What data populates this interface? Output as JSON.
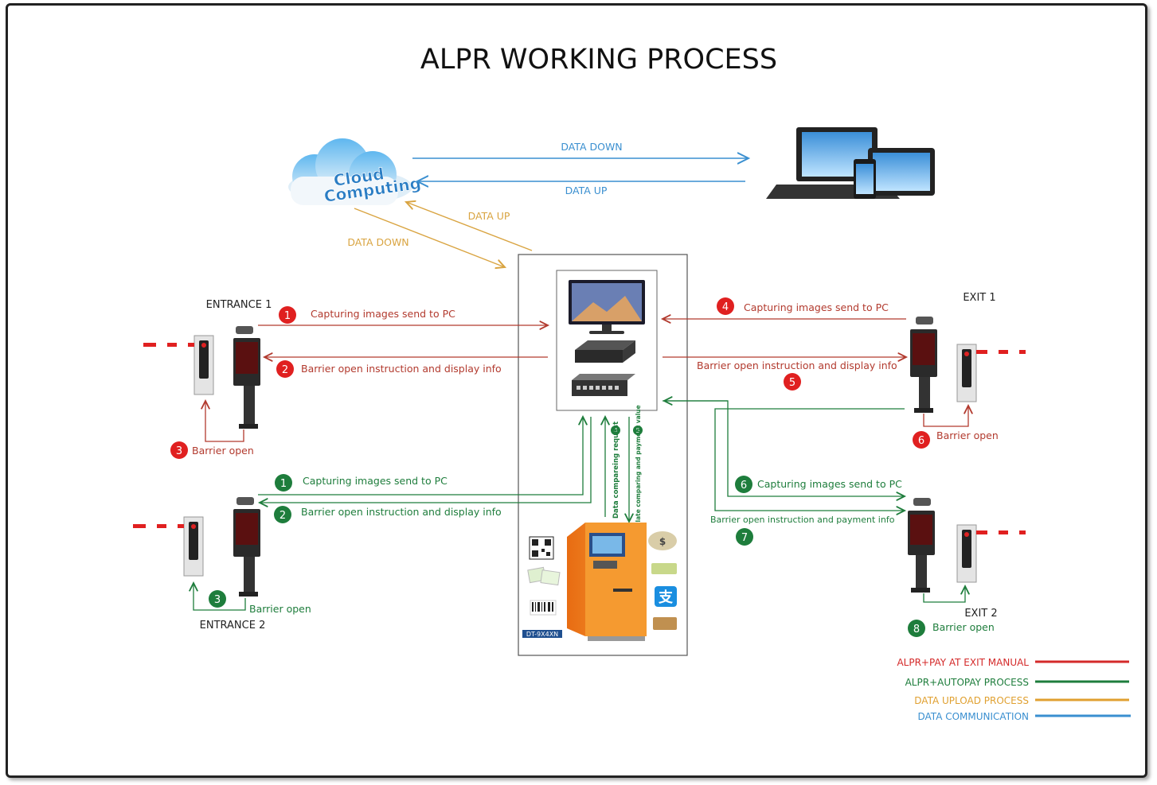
{
  "title": "ALPR WORKING PROCESS",
  "cloud": {
    "word1": "Cloud",
    "word2": "Computing"
  },
  "cloud_link": {
    "down": "DATA DOWN",
    "up": "DATA UP"
  },
  "upload_link": {
    "up": "DATA UP",
    "down": "DATA DOWN"
  },
  "entrance1": {
    "label": "ENTRANCE 1",
    "step1": {
      "num": "1",
      "text": "Capturing images send to PC"
    },
    "step2": {
      "num": "2",
      "text": "Barrier open instruction and display info"
    },
    "step3": {
      "num": "3",
      "text": "Barrier open"
    }
  },
  "exit1": {
    "label": "EXIT 1",
    "step4": {
      "num": "4",
      "text": "Capturing images send to PC"
    },
    "step5": {
      "num": "5",
      "text": "Barrier open instruction and display info"
    },
    "step6": {
      "num": "6",
      "text": "Barrier open"
    }
  },
  "entrance2": {
    "label": "ENTRANCE 2",
    "step1": {
      "num": "1",
      "text": "Capturing images send to PC"
    },
    "step2": {
      "num": "2",
      "text": "Barrier open instruction and display info"
    },
    "step3": {
      "num": "3",
      "text": "Barrier open"
    }
  },
  "exit2": {
    "label": "EXIT 2",
    "step6": {
      "num": "6",
      "text": "Capturing images send to PC"
    },
    "step7": {
      "num": "7",
      "text": "Barrier open instruction and payment info"
    },
    "step8": {
      "num": "8",
      "text": "Barrier open"
    }
  },
  "kiosk": {
    "v4": {
      "num": "4",
      "text": "Data compareing request"
    },
    "v5": {
      "num": "5",
      "text": "Plate comparing and payment value"
    },
    "plate": "DT-9X4XN"
  },
  "legend": [
    {
      "label": "ALPR+PAY AT EXIT MANUAL",
      "color": "#d42a2a"
    },
    {
      "label": "ALPR+AUTOPAY PROCESS",
      "color": "#1e7d3c"
    },
    {
      "label": "DATA UPLOAD PROCESS",
      "color": "#e0a030"
    },
    {
      "label": "DATA COMMUNICATION",
      "color": "#3a8fd0"
    }
  ],
  "colors": {
    "red": "#b23a2e",
    "redBadge": "#e02020",
    "green": "#1e7d3c",
    "blue": "#3a8fd0",
    "orange": "#d9a441"
  }
}
